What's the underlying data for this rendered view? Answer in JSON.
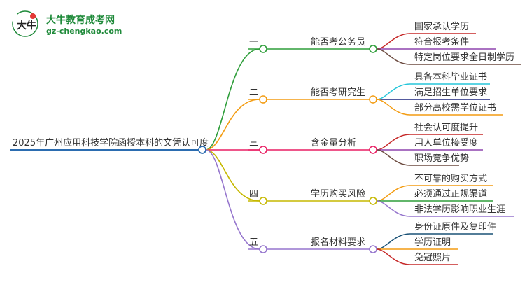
{
  "logo": {
    "title": "大牛教育成考网",
    "url": "gz-chengkao.com",
    "mark_chars": "大牛",
    "brand_color": "#1f8a3a",
    "accent_color": "#e53935"
  },
  "root": {
    "label": "2025年广州应用科技学院函授本科的文凭认可度",
    "color": "#2b6cb0"
  },
  "branches": [
    {
      "ordinal": "一",
      "label": "能否考公务员",
      "color": "#2e9e3a",
      "leaves": [
        {
          "label": "国家承认学历",
          "color": "#c62828"
        },
        {
          "label": "符合报考条件",
          "color": "#8e44ad"
        },
        {
          "label": "特定岗位要求全日制学历",
          "color": "#6d4c41"
        }
      ]
    },
    {
      "ordinal": "二",
      "label": "能否考研究生",
      "color": "#f39c12",
      "leaves": [
        {
          "label": "具备本科毕业证书",
          "color": "#26c6da"
        },
        {
          "label": "满足招生单位要求",
          "color": "#1a237e"
        },
        {
          "label": "部分高校需学位证书",
          "color": "#f39c12"
        }
      ]
    },
    {
      "ordinal": "三",
      "label": "含金量分析",
      "color": "#e91e63",
      "leaves": [
        {
          "label": "社会认可度提升",
          "color": "#c62828"
        },
        {
          "label": "用人单位接受度",
          "color": "#8e44ad"
        },
        {
          "label": "职场竞争优势",
          "color": "#6d4c41"
        }
      ]
    },
    {
      "ordinal": "四",
      "label": "学历购买风险",
      "color": "#c6b800",
      "leaves": [
        {
          "label": "不可靠的购买方式",
          "color": "#f39c12"
        },
        {
          "label": "必须通过正规渠道",
          "color": "#2e9e3a"
        },
        {
          "label": "非法学历影响职业生涯",
          "color": "#9575cd"
        }
      ]
    },
    {
      "ordinal": "五",
      "label": "报名材料要求",
      "color": "#9575cd",
      "leaves": [
        {
          "label": "身份证原件及复印件",
          "color": "#1a5276"
        },
        {
          "label": "学历证明",
          "color": "#f39c12"
        },
        {
          "label": "免冠照片",
          "color": "#c62828"
        }
      ]
    }
  ]
}
